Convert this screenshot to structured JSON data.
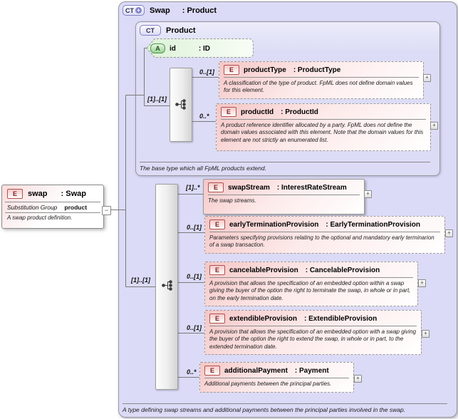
{
  "badges": {
    "complex_type": "CT",
    "attribute": "A",
    "element": "E"
  },
  "expanders": {
    "collapse": "−",
    "expand": "+"
  },
  "root_box": {
    "name": "Swap",
    "type": ": Product",
    "footer": "A type defining swap streams and additional payments between the principal parties involved in the swap."
  },
  "product_box": {
    "name": "Product",
    "footer": "The base type which all FpML products extend."
  },
  "attribute_box": {
    "name": "id",
    "type": ": ID"
  },
  "swap_box": {
    "name": "swap",
    "type": ": Swap",
    "substitution_group_label": "Substitution Group",
    "substitution_group_value": "product",
    "annotation": "A swap product definition."
  },
  "sequences": [
    {
      "cardinality": "[1]..[1]"
    },
    {
      "cardinality": "[1]..[1]"
    }
  ],
  "elements": [
    {
      "name": "productType",
      "type": ": ProductType",
      "cardinality": "0..[1]",
      "annotation": "A classification of the type of product. FpML does not define domain values for this element."
    },
    {
      "name": "productId",
      "type": ": ProductId",
      "cardinality": "0..*",
      "annotation": "A product reference identifier allocated by a party. FpML does not define the domain values associated with this element. Note that the domain values for this element are not strictly an enumerated list."
    },
    {
      "name": "swapStream",
      "type": ": InterestRateStream",
      "cardinality": "[1]..*",
      "annotation": "The swap streams."
    },
    {
      "name": "earlyTerminationProvision",
      "type": ": EarlyTerminationProvision",
      "cardinality": "0..[1]",
      "annotation": "Parameters specifying provisions relating to the optional and mandatory early terminarion of a swap transaction."
    },
    {
      "name": "cancelableProvision",
      "type": ": CancelableProvision",
      "cardinality": "0..[1]",
      "annotation": "A provision that allows the specification of an embedded option within a swap giving the buyer of the option the right to terminate the swap, in whole or in part, on the early termination date."
    },
    {
      "name": "extendibleProvision",
      "type": ": ExtendibleProvision",
      "cardinality": "0..[1]",
      "annotation": "A provision that allows the specification of an embedded option with a swap giving the buyer of the option the right to extend the swap, in whole or in part, to the extended termination date."
    },
    {
      "name": "additionalPayment",
      "type": ": Payment",
      "cardinality": "0..*",
      "annotation": "Additional payments between the principal parties."
    }
  ],
  "colors": {
    "container-fill": "#dbdbf7",
    "element-fill": "#f5c6c6",
    "attribute-fill": "#e3f4de",
    "element-badge-border": "#b0524e",
    "attribute-badge-border": "#4f9b4f",
    "type-badge-border": "#8282c4",
    "connector": "#7a7a7a"
  }
}
